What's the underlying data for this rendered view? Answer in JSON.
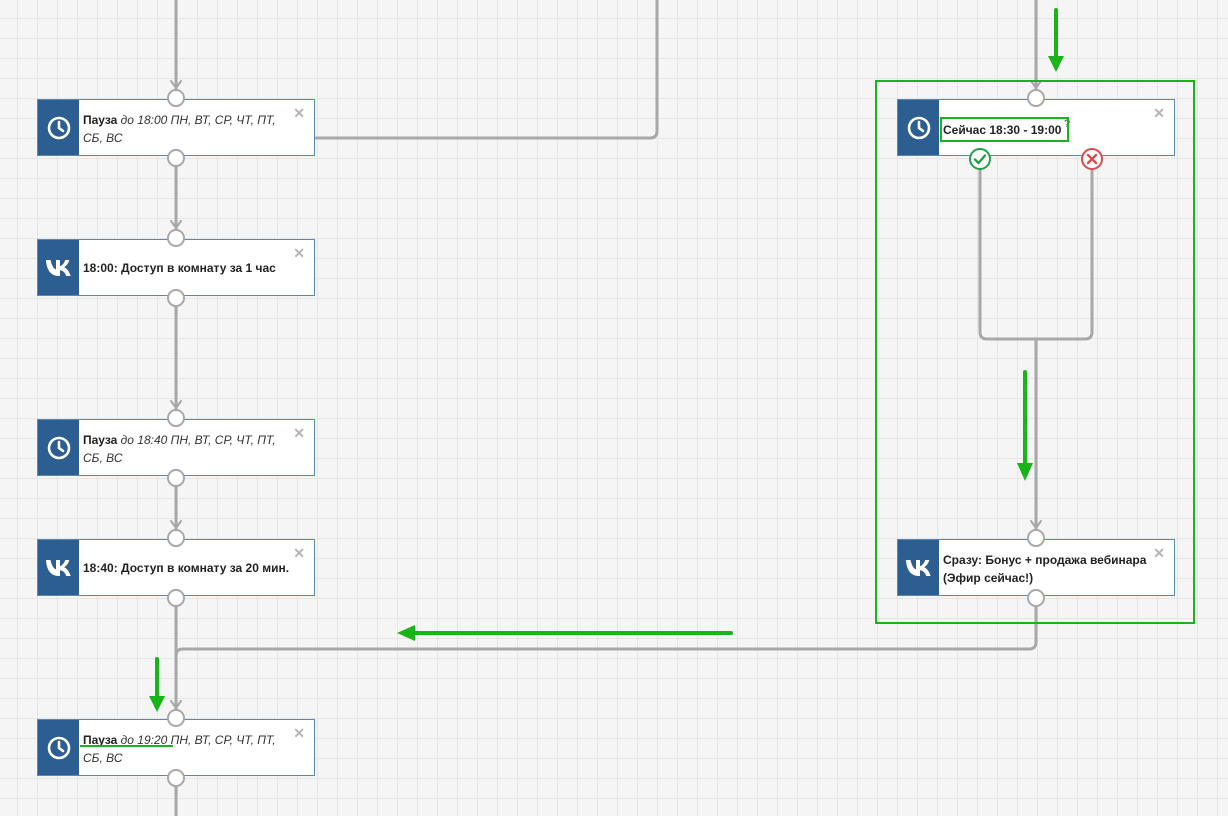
{
  "colors": {
    "node_icon_bg": "#2d5e92",
    "node_border": "#5b87b3",
    "connector": "#a8a8a8",
    "annotation_green": "#19b419",
    "port_yes": "#22a046",
    "port_no": "#dc4b4b"
  },
  "nodes": [
    {
      "icon": "clock-icon",
      "title": "Пауза",
      "detail": "до 18:00 ПН, ВТ, СР, ЧТ, ПТ, СБ, ВС"
    },
    {
      "icon": "vk-icon",
      "title": "18:00: Доступ в комнату за 1 час",
      "detail": ""
    },
    {
      "icon": "clock-icon",
      "title": "Пауза",
      "detail": "до 18:40 ПН, ВТ, СР, ЧТ, ПТ, СБ, ВС"
    },
    {
      "icon": "vk-icon",
      "title": "18:40: Доступ в комнату за 20 мин.",
      "detail": ""
    },
    {
      "icon": "clock-icon",
      "title": "Пауза",
      "detail": "до 19:20 ПН, ВТ, СР, ЧТ, ПТ, СБ, ВС"
    },
    {
      "icon": "clock-icon",
      "title": "Сейчас 18:30 - 19:00",
      "detail": ""
    },
    {
      "icon": "vk-icon",
      "title": "Сразу: Бонус + продажа вебинара (Эфир сейчас!)",
      "detail": ""
    }
  ],
  "close_glyph": "✕",
  "condition_suffix": "?"
}
